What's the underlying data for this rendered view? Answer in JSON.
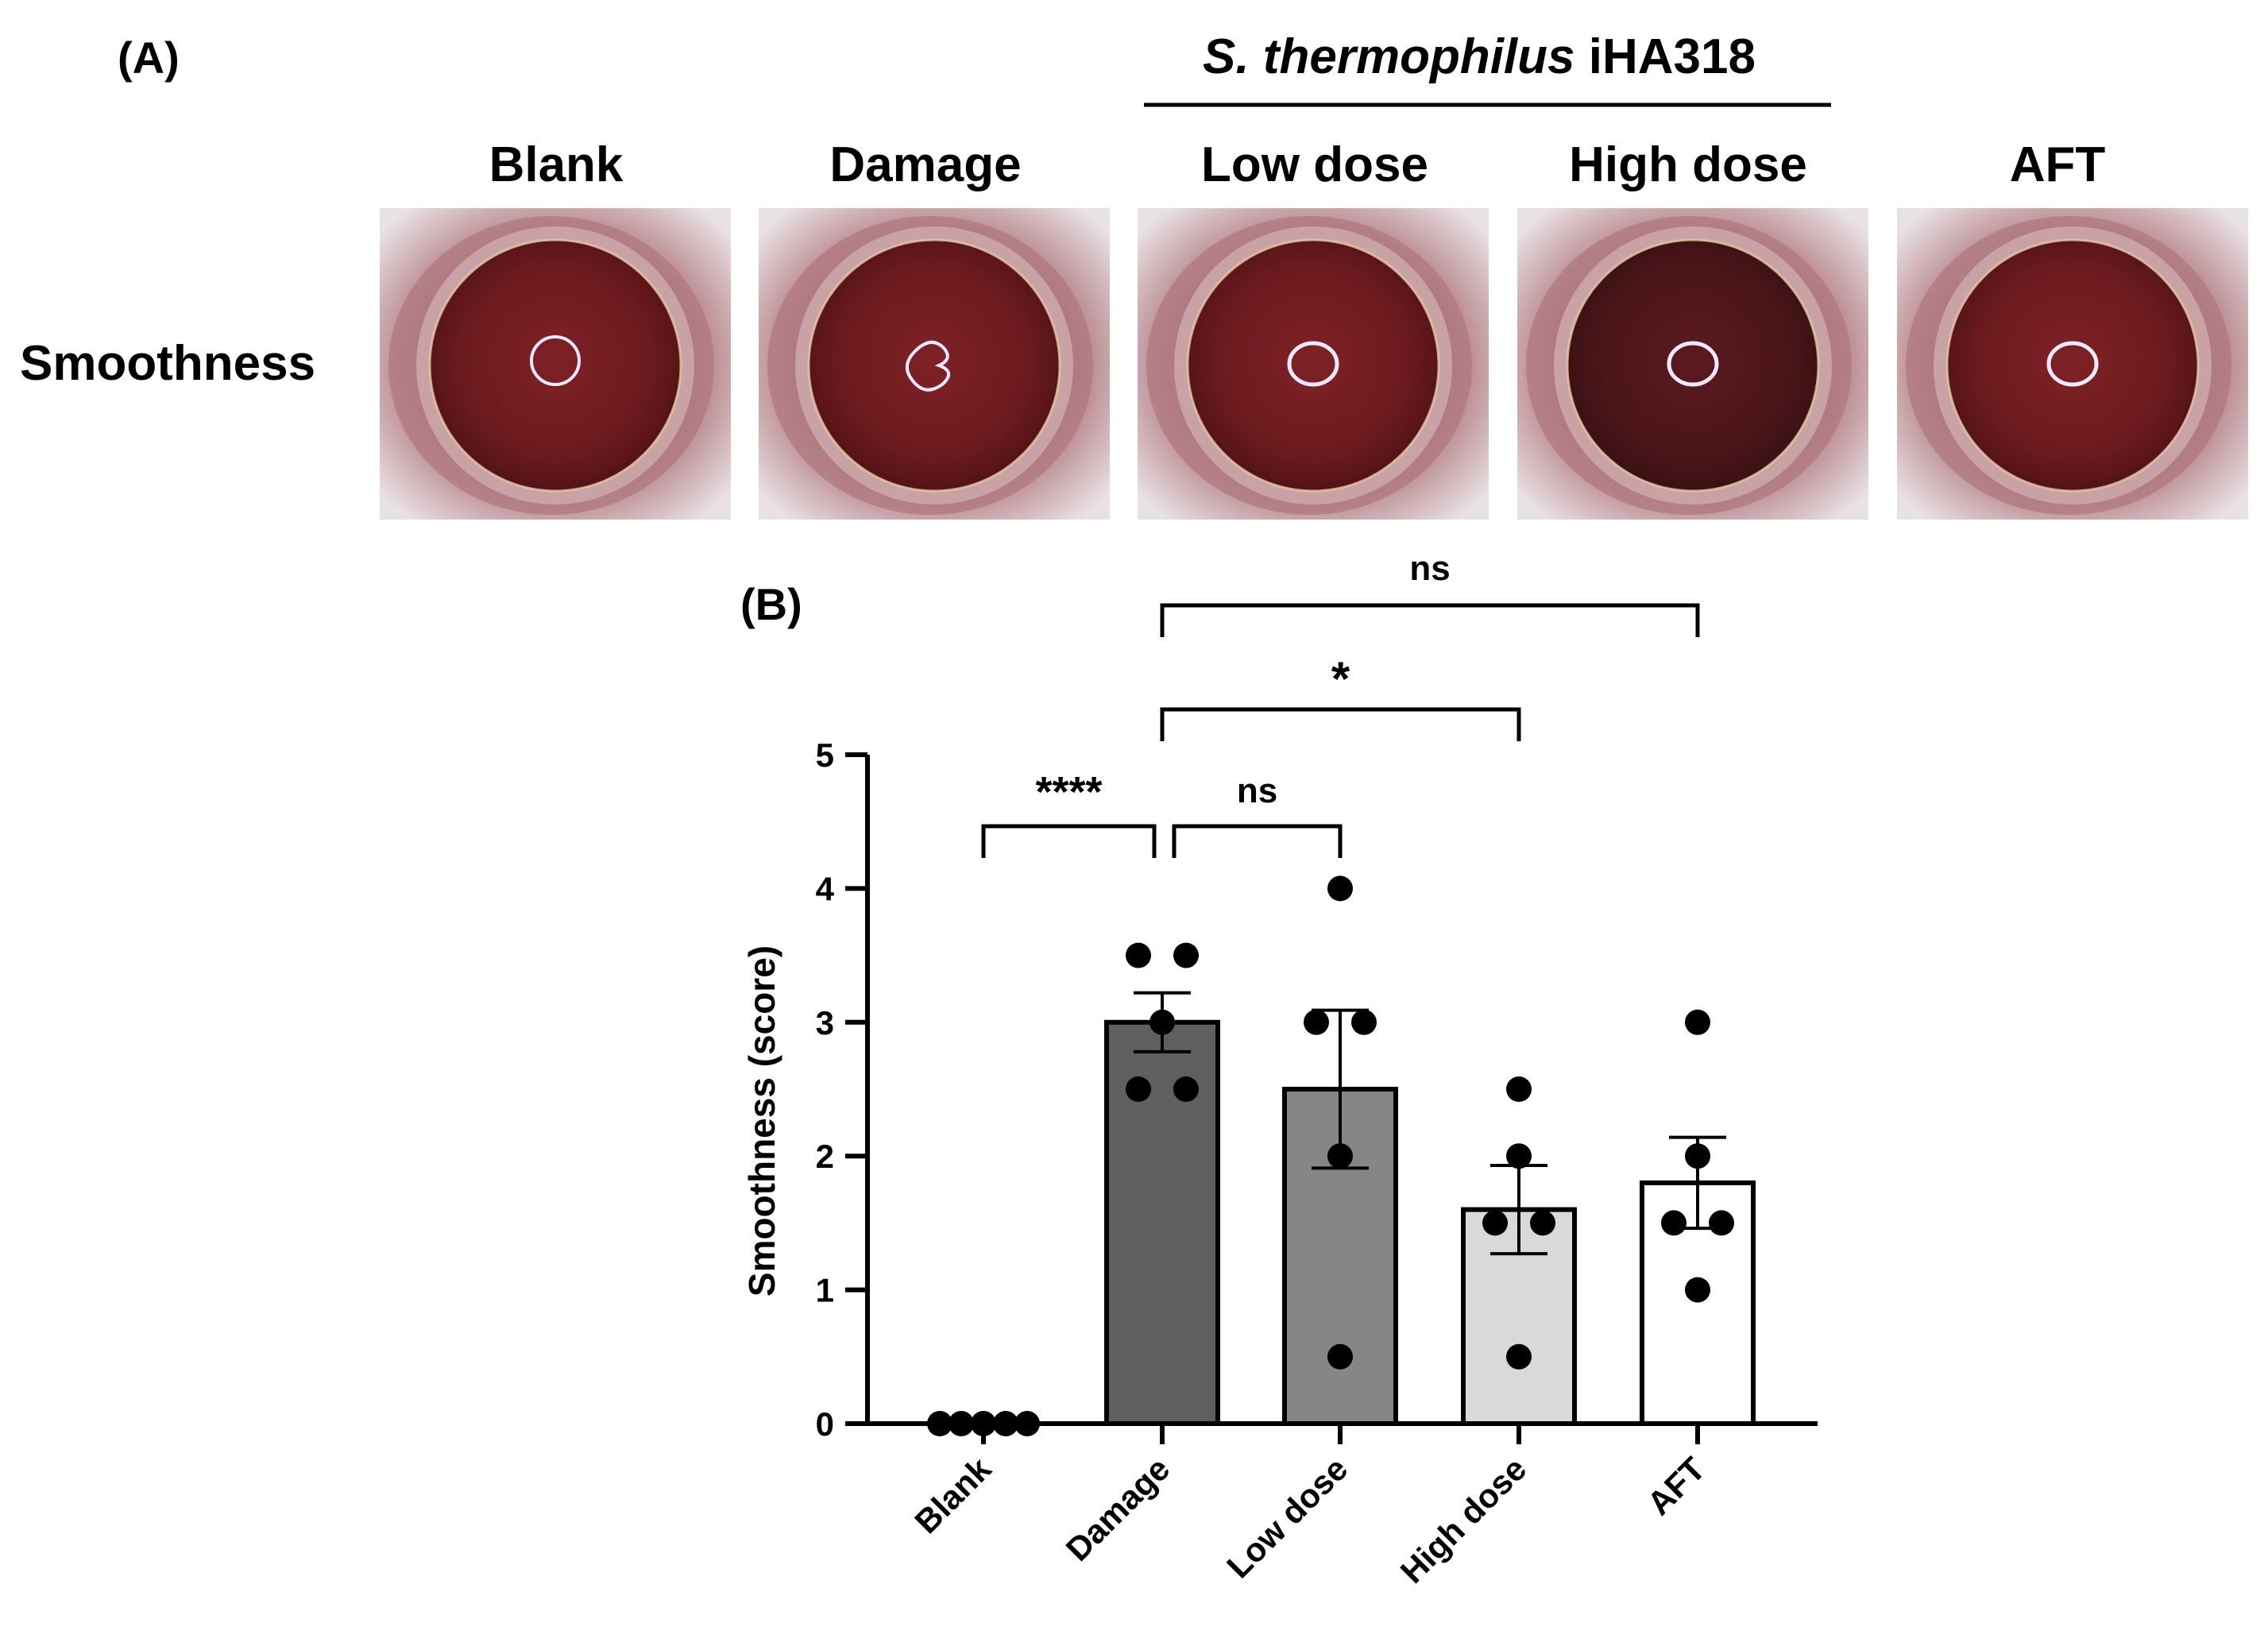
{
  "panel_a": {
    "label": "(A)",
    "strain_prefix": "S. thermophilus",
    "strain_suffix": " iHA318",
    "row_label": "Smoothness",
    "columns": [
      "Blank",
      "Damage",
      "Low dose",
      "High dose",
      "AFT"
    ]
  },
  "panel_b": {
    "label": "(B)"
  },
  "chart_data": {
    "type": "bar",
    "categories": [
      "Blank",
      "Damage",
      "Low dose",
      "High dose",
      "AFT"
    ],
    "values": [
      0,
      3.0,
      2.5,
      1.6,
      1.8
    ],
    "error_sem": [
      0,
      0.22,
      0.59,
      0.33,
      0.34
    ],
    "points": [
      [
        0,
        0,
        0,
        0,
        0
      ],
      [
        3.5,
        3.5,
        3.0,
        2.5,
        2.5
      ],
      [
        4.0,
        3.0,
        3.0,
        2.0,
        0.5
      ],
      [
        2.5,
        2.0,
        1.5,
        1.5,
        0.5
      ],
      [
        3.0,
        2.0,
        1.5,
        1.5,
        1.0
      ]
    ],
    "bar_colors": [
      "#ffffff",
      "#5f5f5f",
      "#868686",
      "#d9d9d9",
      "#ffffff"
    ],
    "ylabel": "Smoothness (score)",
    "ylim": [
      0,
      5
    ],
    "yticks": [
      "0",
      "1",
      "2",
      "3",
      "4",
      "5"
    ],
    "significance": [
      {
        "from": 0,
        "to": 1,
        "label": "****"
      },
      {
        "from": 1,
        "to": 2,
        "label": "ns"
      },
      {
        "from": 1,
        "to": 3,
        "label": "*"
      },
      {
        "from": 1,
        "to": 4,
        "label": "ns"
      }
    ]
  }
}
